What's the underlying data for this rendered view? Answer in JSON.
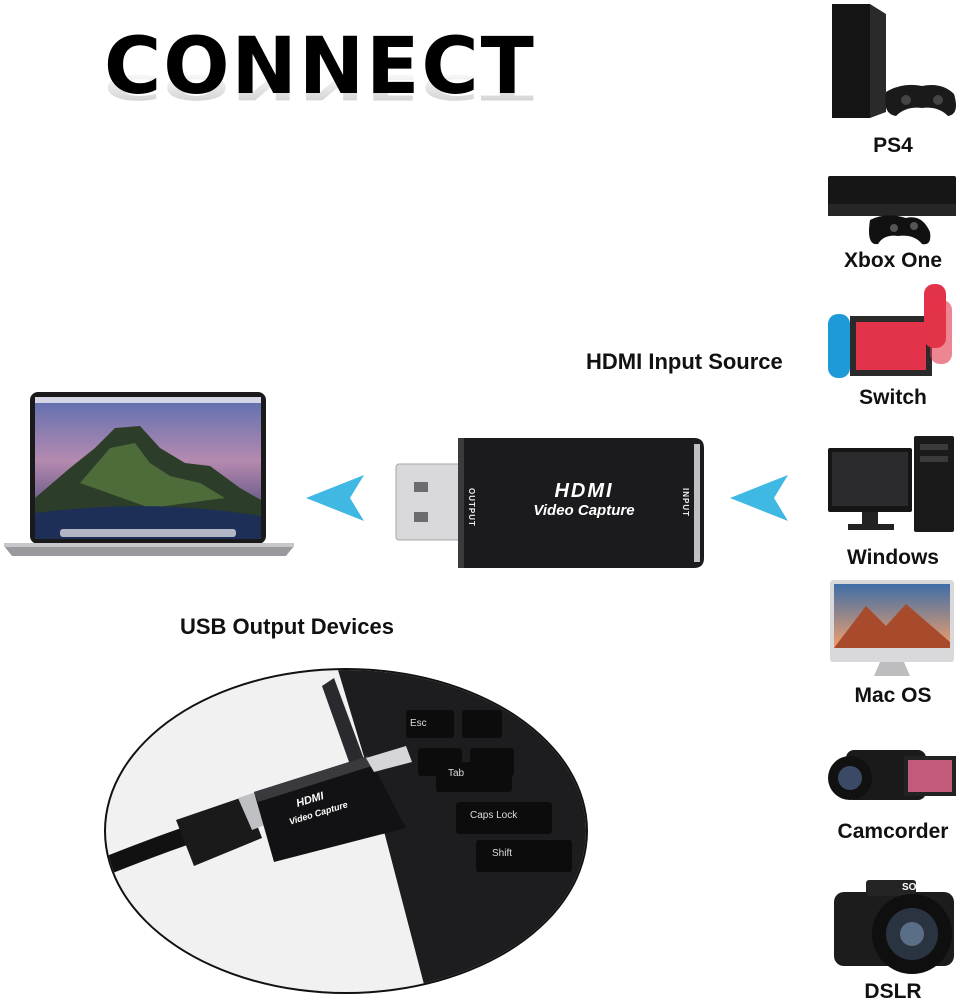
{
  "title": "CONNECT",
  "hdmi_input_label": "HDMI Input Source",
  "usb_output_label": "USB Output Devices",
  "capture_device": {
    "brand": "HDMI",
    "name": "Video Capture",
    "output_port": "OUTPUT",
    "input_port": "INPUT"
  },
  "keyboard_keys": [
    "Esc",
    "Tab",
    "Caps Lock",
    "Shift"
  ],
  "devices": [
    {
      "label": "PS4",
      "icon": "ps4-console-icon"
    },
    {
      "label": "Xbox One",
      "icon": "xbox-console-icon"
    },
    {
      "label": "Switch",
      "icon": "switch-console-icon"
    },
    {
      "label": "Windows",
      "icon": "windows-pc-icon"
    },
    {
      "label": "Mac OS",
      "icon": "imac-icon"
    },
    {
      "label": "Camcorder",
      "icon": "camcorder-icon"
    },
    {
      "label": "DSLR",
      "icon": "dslr-camera-icon"
    }
  ],
  "dslr_brand": "SONY",
  "colors": {
    "arrow": "#3fb8e3",
    "device_body": "#1b1b1d"
  }
}
